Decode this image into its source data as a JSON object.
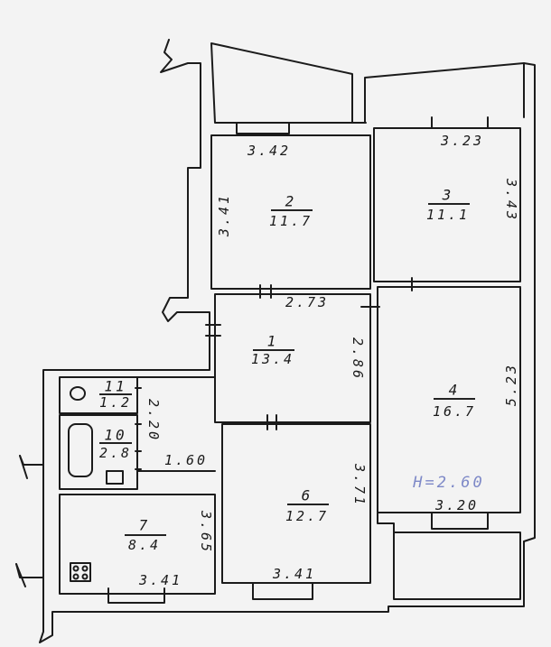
{
  "rooms": [
    {
      "number": "2",
      "area": "11.7"
    },
    {
      "number": "3",
      "area": "11.1"
    },
    {
      "number": "1",
      "area": "13.4"
    },
    {
      "number": "4",
      "area": "16.7"
    },
    {
      "number": "11",
      "area": "1.2"
    },
    {
      "number": "10",
      "area": "2.8"
    },
    {
      "number": "7",
      "area": "8.4"
    },
    {
      "number": "6",
      "area": "12.7"
    }
  ],
  "dimensions": {
    "d_342": "3.42",
    "d_323": "3.23",
    "d_341_left": "3.41",
    "d_343": "3.43",
    "d_273": "2.73",
    "d_286": "2.86",
    "d_523": "5.23",
    "d_220": "2.20",
    "d_160": "1.60",
    "d_371": "3.71",
    "d_365": "3.65",
    "d_320": "3.20",
    "d_341_bottom_left": "3.41",
    "d_341_bottom_right": "3.41"
  },
  "ceiling_note": "H=2.60"
}
